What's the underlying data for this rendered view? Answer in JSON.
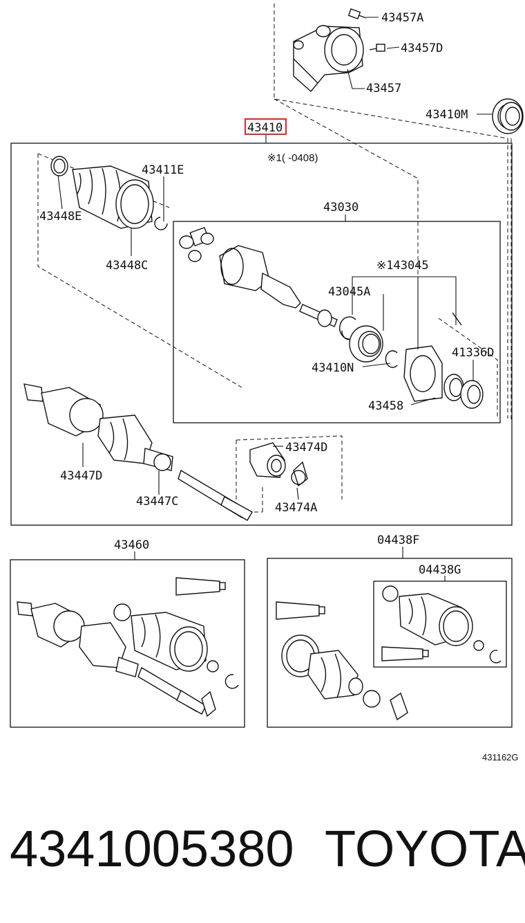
{
  "callouts": {
    "c43457A": "43457A",
    "c43457D": "43457D",
    "c43457": "43457",
    "c43410M": "43410M",
    "c43410": "43410",
    "note1": "※1(  -0408)",
    "c43411E": "43411E",
    "c43448E": "43448E",
    "c43448C": "43448C",
    "c43030": "43030",
    "c143045": "※143045",
    "c43045A": "43045A",
    "c41336D": "41336D",
    "c43410N": "43410N",
    "c43458": "43458",
    "c43447D": "43447D",
    "c43447C": "43447C",
    "c43474D": "43474D",
    "c43474A": "43474A",
    "c43460": "43460",
    "c04438F": "04438F",
    "c04438G": "04438G"
  },
  "illustration_code": "431162G",
  "footer": {
    "part_number": "4341005380",
    "brand": "TOYOTA"
  },
  "highlight_color": "#e0262b"
}
